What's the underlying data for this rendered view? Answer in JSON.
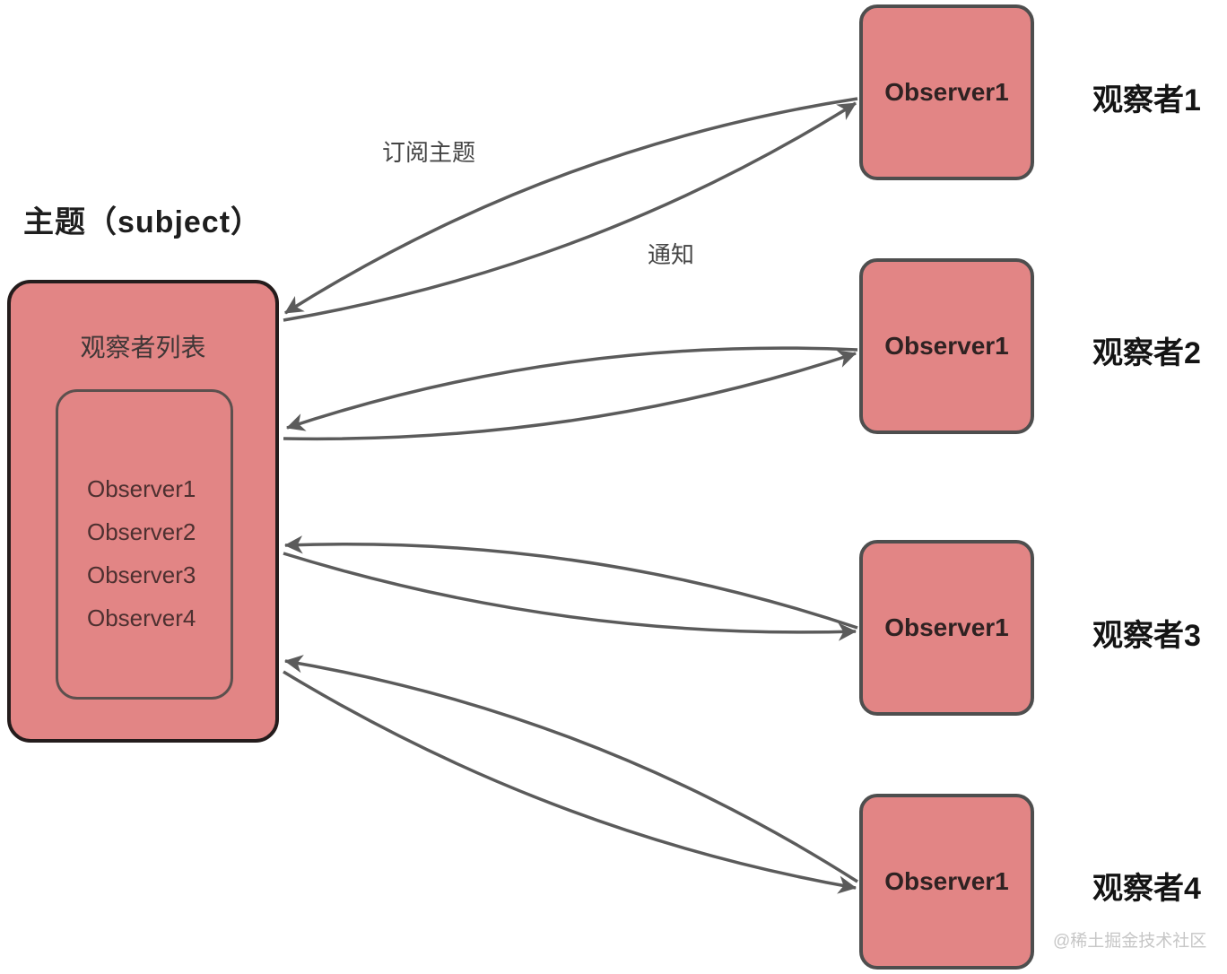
{
  "subject": {
    "title": "主题（subject）",
    "list_title": "观察者列表",
    "list_items": [
      "Observer1",
      "Observer2",
      "Observer3",
      "Observer4"
    ]
  },
  "edge_labels": {
    "subscribe": "订阅主题",
    "notify": "通知"
  },
  "observers": [
    {
      "box_label": "Observer1",
      "side_label": "观察者1"
    },
    {
      "box_label": "Observer1",
      "side_label": "观察者2"
    },
    {
      "box_label": "Observer1",
      "side_label": "观察者3"
    },
    {
      "box_label": "Observer1",
      "side_label": "观察者4"
    }
  ],
  "watermark": "@稀土掘金技术社区",
  "colors": {
    "node_fill": "#e28585",
    "node_border": "#4e4e4e",
    "subject_border": "#241c1c",
    "inner_border": "#5c504e",
    "arrow": "#5b5b5b",
    "watermark": "#c6c6c6"
  }
}
